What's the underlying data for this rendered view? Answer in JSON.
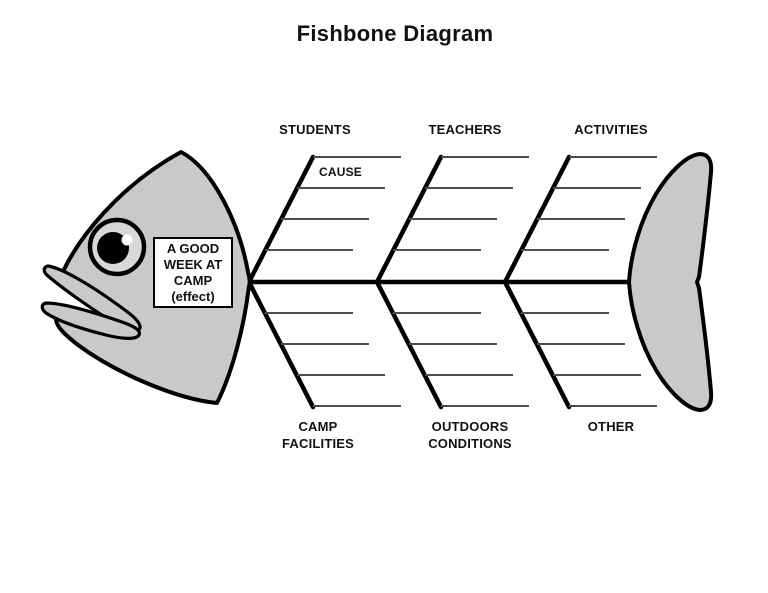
{
  "title": "Fishbone Diagram",
  "colors": {
    "background": "#ffffff",
    "fish_fill": "#c9c9c9",
    "outline": "#000000",
    "rib_line": "#4d4d4d",
    "text": "#111111",
    "effect_box_bg": "#ffffff"
  },
  "effect_box": {
    "lines": [
      "A GOOD",
      "WEEK AT",
      "CAMP",
      "(effect)"
    ]
  },
  "cause_label": "CAUSE",
  "top_categories": [
    {
      "label": "STUDENTS"
    },
    {
      "label": "TEACHERS"
    },
    {
      "label": "ACTIVITIES"
    }
  ],
  "bottom_categories": [
    {
      "label": "CAMP FACILITIES"
    },
    {
      "label": "OUTDOORS CONDITIONS"
    },
    {
      "label": "OTHER"
    }
  ]
}
